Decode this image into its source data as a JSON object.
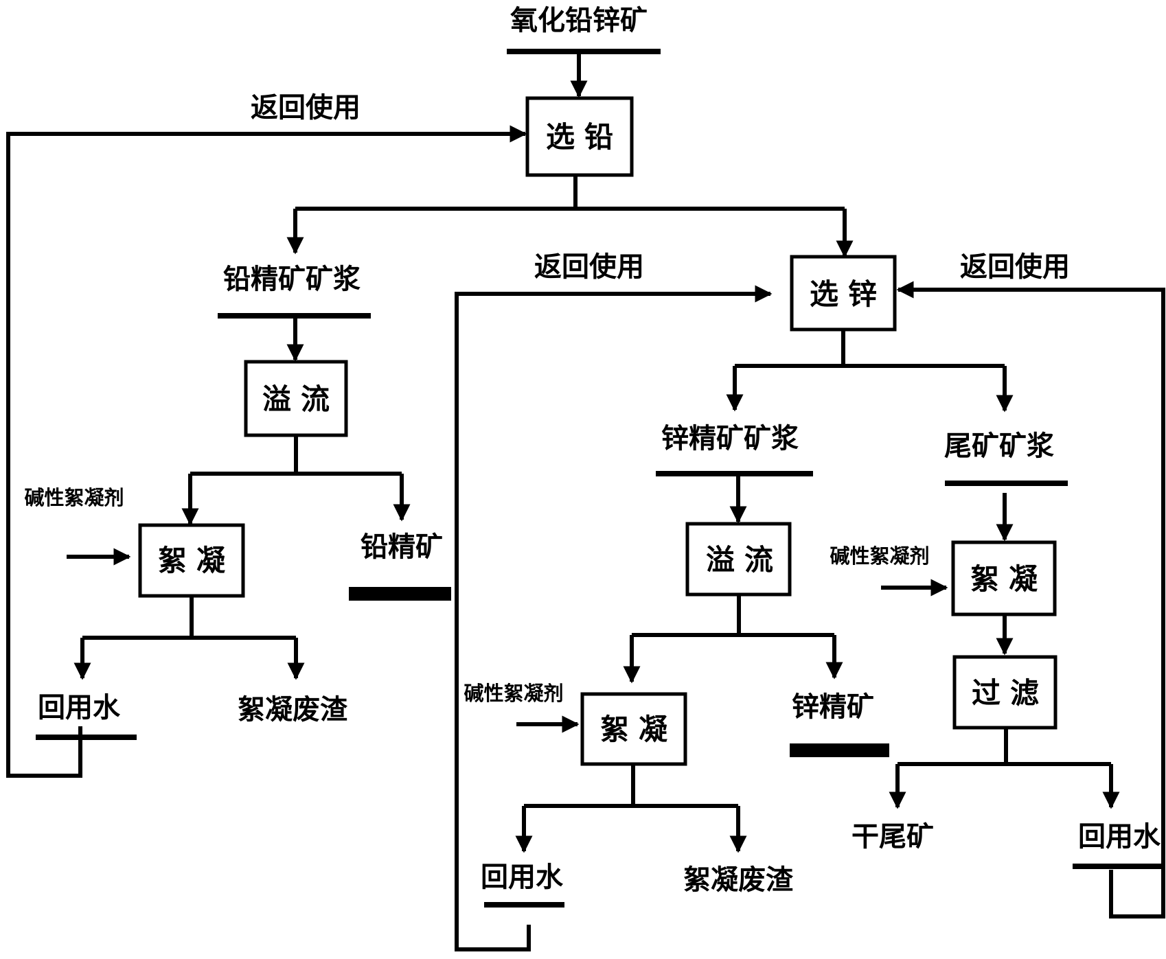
{
  "diagram": {
    "nodes": {
      "ore_input": "氧化铅锌矿",
      "lead_flotation": "选铅",
      "zinc_flotation": "选锌",
      "lead_concentrate_slurry": "铅精矿矿浆",
      "zinc_concentrate_slurry": "锌精矿矿浆",
      "tailings_slurry": "尾矿矿浆",
      "lead_overflow": "溢流",
      "zinc_overflow": "溢流",
      "lead_flocculation": "絮凝",
      "zinc_flocculation": "絮凝",
      "tailings_flocculation": "絮凝",
      "tailings_filter": "过滤",
      "lead_concentrate": "铅精矿",
      "zinc_concentrate": "锌精矿",
      "dry_tailings": "干尾矿",
      "lead_recycled_water": "回用水",
      "zinc_recycled_water": "回用水",
      "tailings_recycled_water": "回用水",
      "lead_floc_residue": "絮凝废渣",
      "zinc_floc_residue": "絮凝废渣",
      "flocculant_1": "碱性絮凝剂",
      "flocculant_2": "碱性絮凝剂",
      "flocculant_3": "碱性絮凝剂"
    },
    "edges": {
      "return_to_lead": "返回使用",
      "return_to_zinc_left": "返回使用",
      "return_to_zinc_right": "返回使用"
    }
  }
}
